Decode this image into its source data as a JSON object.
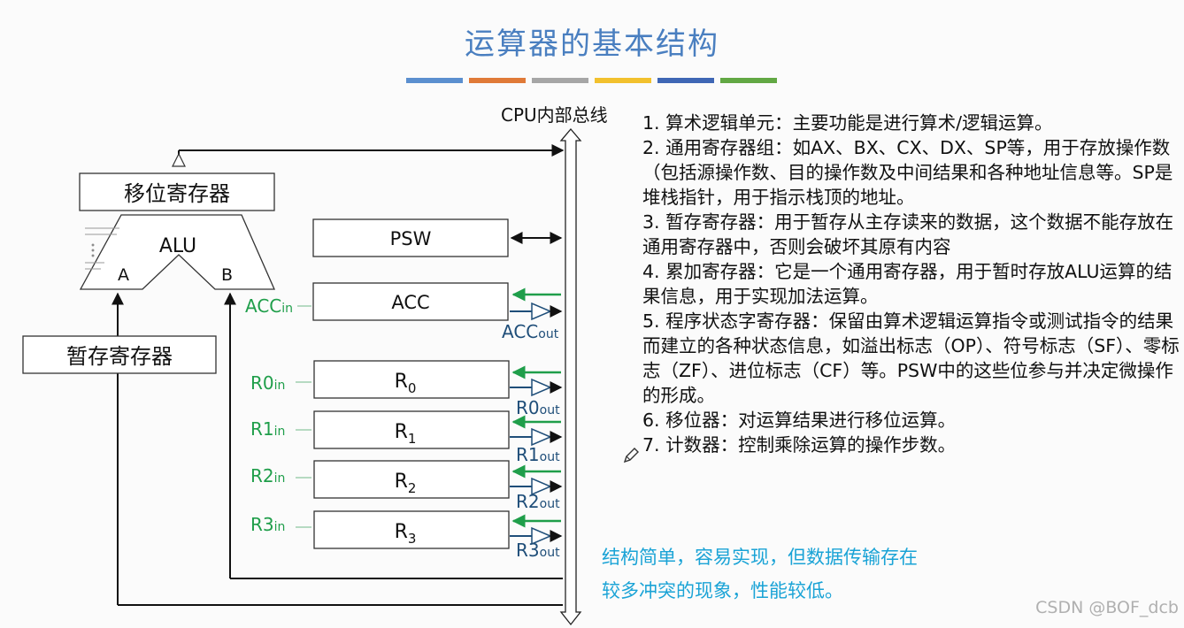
{
  "title": "运算器的基本结构",
  "colors": [
    "#5b8fcf",
    "#e07a38",
    "#a6a6a6",
    "#f2c12e",
    "#3f67b5",
    "#62a844"
  ],
  "bus_label": "CPU内部总线",
  "diagram": {
    "shift_register": "移位寄存器",
    "alu": "ALU",
    "alu_in_a": "A",
    "alu_in_b": "B",
    "temp_register": "暂存寄存器",
    "psw": "PSW",
    "acc": "ACC",
    "acc_in": {
      "base": "ACC",
      "sub": "in"
    },
    "acc_out": {
      "base": "ACC",
      "sub": "out"
    },
    "registers": [
      {
        "base": "R",
        "sub": "0",
        "in_base": "R0",
        "in_sub": "in",
        "out_base": "R0",
        "out_sub": "out"
      },
      {
        "base": "R",
        "sub": "1",
        "in_base": "R1",
        "in_sub": "in",
        "out_base": "R1",
        "out_sub": "out"
      },
      {
        "base": "R",
        "sub": "2",
        "in_base": "R2",
        "in_sub": "in",
        "out_base": "R2",
        "out_sub": "out"
      },
      {
        "base": "R",
        "sub": "3",
        "in_base": "R3",
        "in_sub": "in",
        "out_base": "R3",
        "out_sub": "out"
      }
    ]
  },
  "descriptions": [
    "1. 算术逻辑单元：主要功能是进行算术/逻辑运算。",
    "2. 通用寄存器组：如AX、BX、CX、DX、SP等，用于存放操作数（包括源操作数、目的操作数及中间结果和各种地址信息等。SP是堆栈指针，用于指示栈顶的地址。",
    "3. 暂存寄存器：用于暂存从主存读来的数据，这个数据不能存放在通用寄存器中，否则会破坏其原有内容",
    "4. 累加寄存器：它是一个通用寄存器，用于暂时存放ALU运算的结果信息，用于实现加法运算。",
    "5. 程序状态字寄存器：保留由算术逻辑运算指令或测试指令的结果而建立的各种状态信息，如溢出标志（OP）、符号标志（SF）、零标志（ZF）、进位标志（CF）等。PSW中的这些位参与并决定微操作的形成。",
    "6. 移位器：对运算结果进行移位运算。",
    "7. 计数器：控制乘除运算的操作步数。"
  ],
  "summary": [
    "结构简单，容易实现，但数据传输存在",
    "较多冲突的现象，性能较低。"
  ],
  "watermark": "CSDN @BOF_dcb"
}
